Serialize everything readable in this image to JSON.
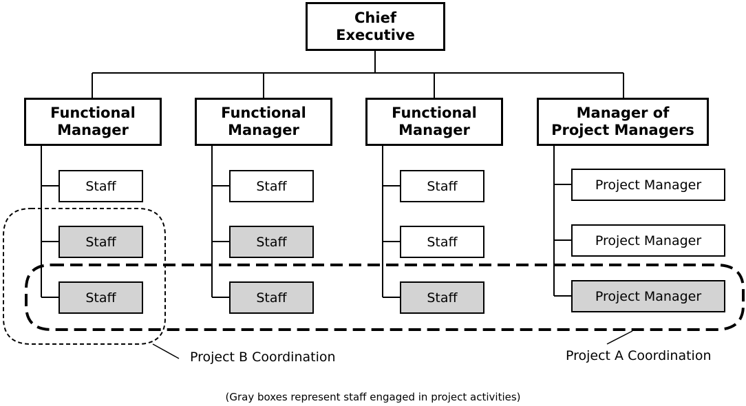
{
  "chief": {
    "line1": "Chief",
    "line2": "Executive"
  },
  "departments": [
    {
      "title1": "Functional",
      "title2": "Manager",
      "members": [
        {
          "label": "Staff",
          "shaded": false
        },
        {
          "label": "Staff",
          "shaded": true
        },
        {
          "label": "Staff",
          "shaded": true
        }
      ]
    },
    {
      "title1": "Functional",
      "title2": "Manager",
      "members": [
        {
          "label": "Staff",
          "shaded": false
        },
        {
          "label": "Staff",
          "shaded": true
        },
        {
          "label": "Staff",
          "shaded": true
        }
      ]
    },
    {
      "title1": "Functional",
      "title2": "Manager",
      "members": [
        {
          "label": "Staff",
          "shaded": false
        },
        {
          "label": "Staff",
          "shaded": false
        },
        {
          "label": "Staff",
          "shaded": true
        }
      ]
    },
    {
      "title1": "Manager of",
      "title2": "Project Managers",
      "members": [
        {
          "label": "Project Manager",
          "shaded": false
        },
        {
          "label": "Project Manager",
          "shaded": false
        },
        {
          "label": "Project Manager",
          "shaded": true
        }
      ]
    }
  ],
  "groups": {
    "project_b": "Project B Coordination",
    "project_a": "Project A Coordination"
  },
  "note": "(Gray boxes represent staff engaged in project activities)",
  "colors": {
    "shaded": "#d3d3d3",
    "line": "#000000"
  }
}
